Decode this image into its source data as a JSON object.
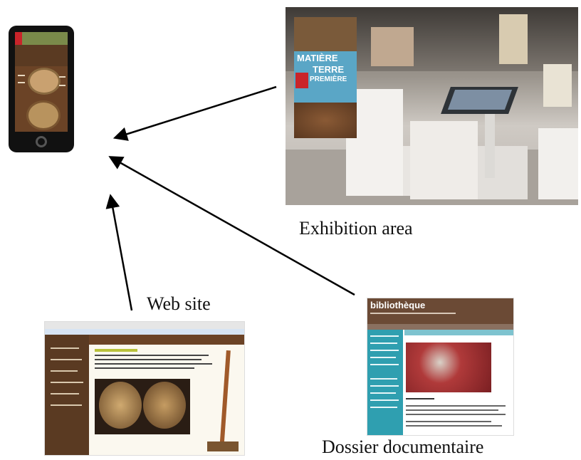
{
  "labels": {
    "exhibition": "Exhibition area",
    "website": "Web site",
    "dossier": "Dossier documentaire"
  },
  "exhibition_poster": {
    "line1": "MATIÈRE",
    "line2": "TERRE",
    "line3": "PREMIÈRE"
  },
  "dossier_page": {
    "title": "bibliothèque"
  },
  "colors": {
    "arrow": "#000000",
    "phone_body": "#111111",
    "earth_brown": "#6b4326",
    "teal_sidebar": "#2f9fb0",
    "site_header": "#5a3a22"
  },
  "icons": [
    "phone-icon",
    "home-button-icon"
  ]
}
